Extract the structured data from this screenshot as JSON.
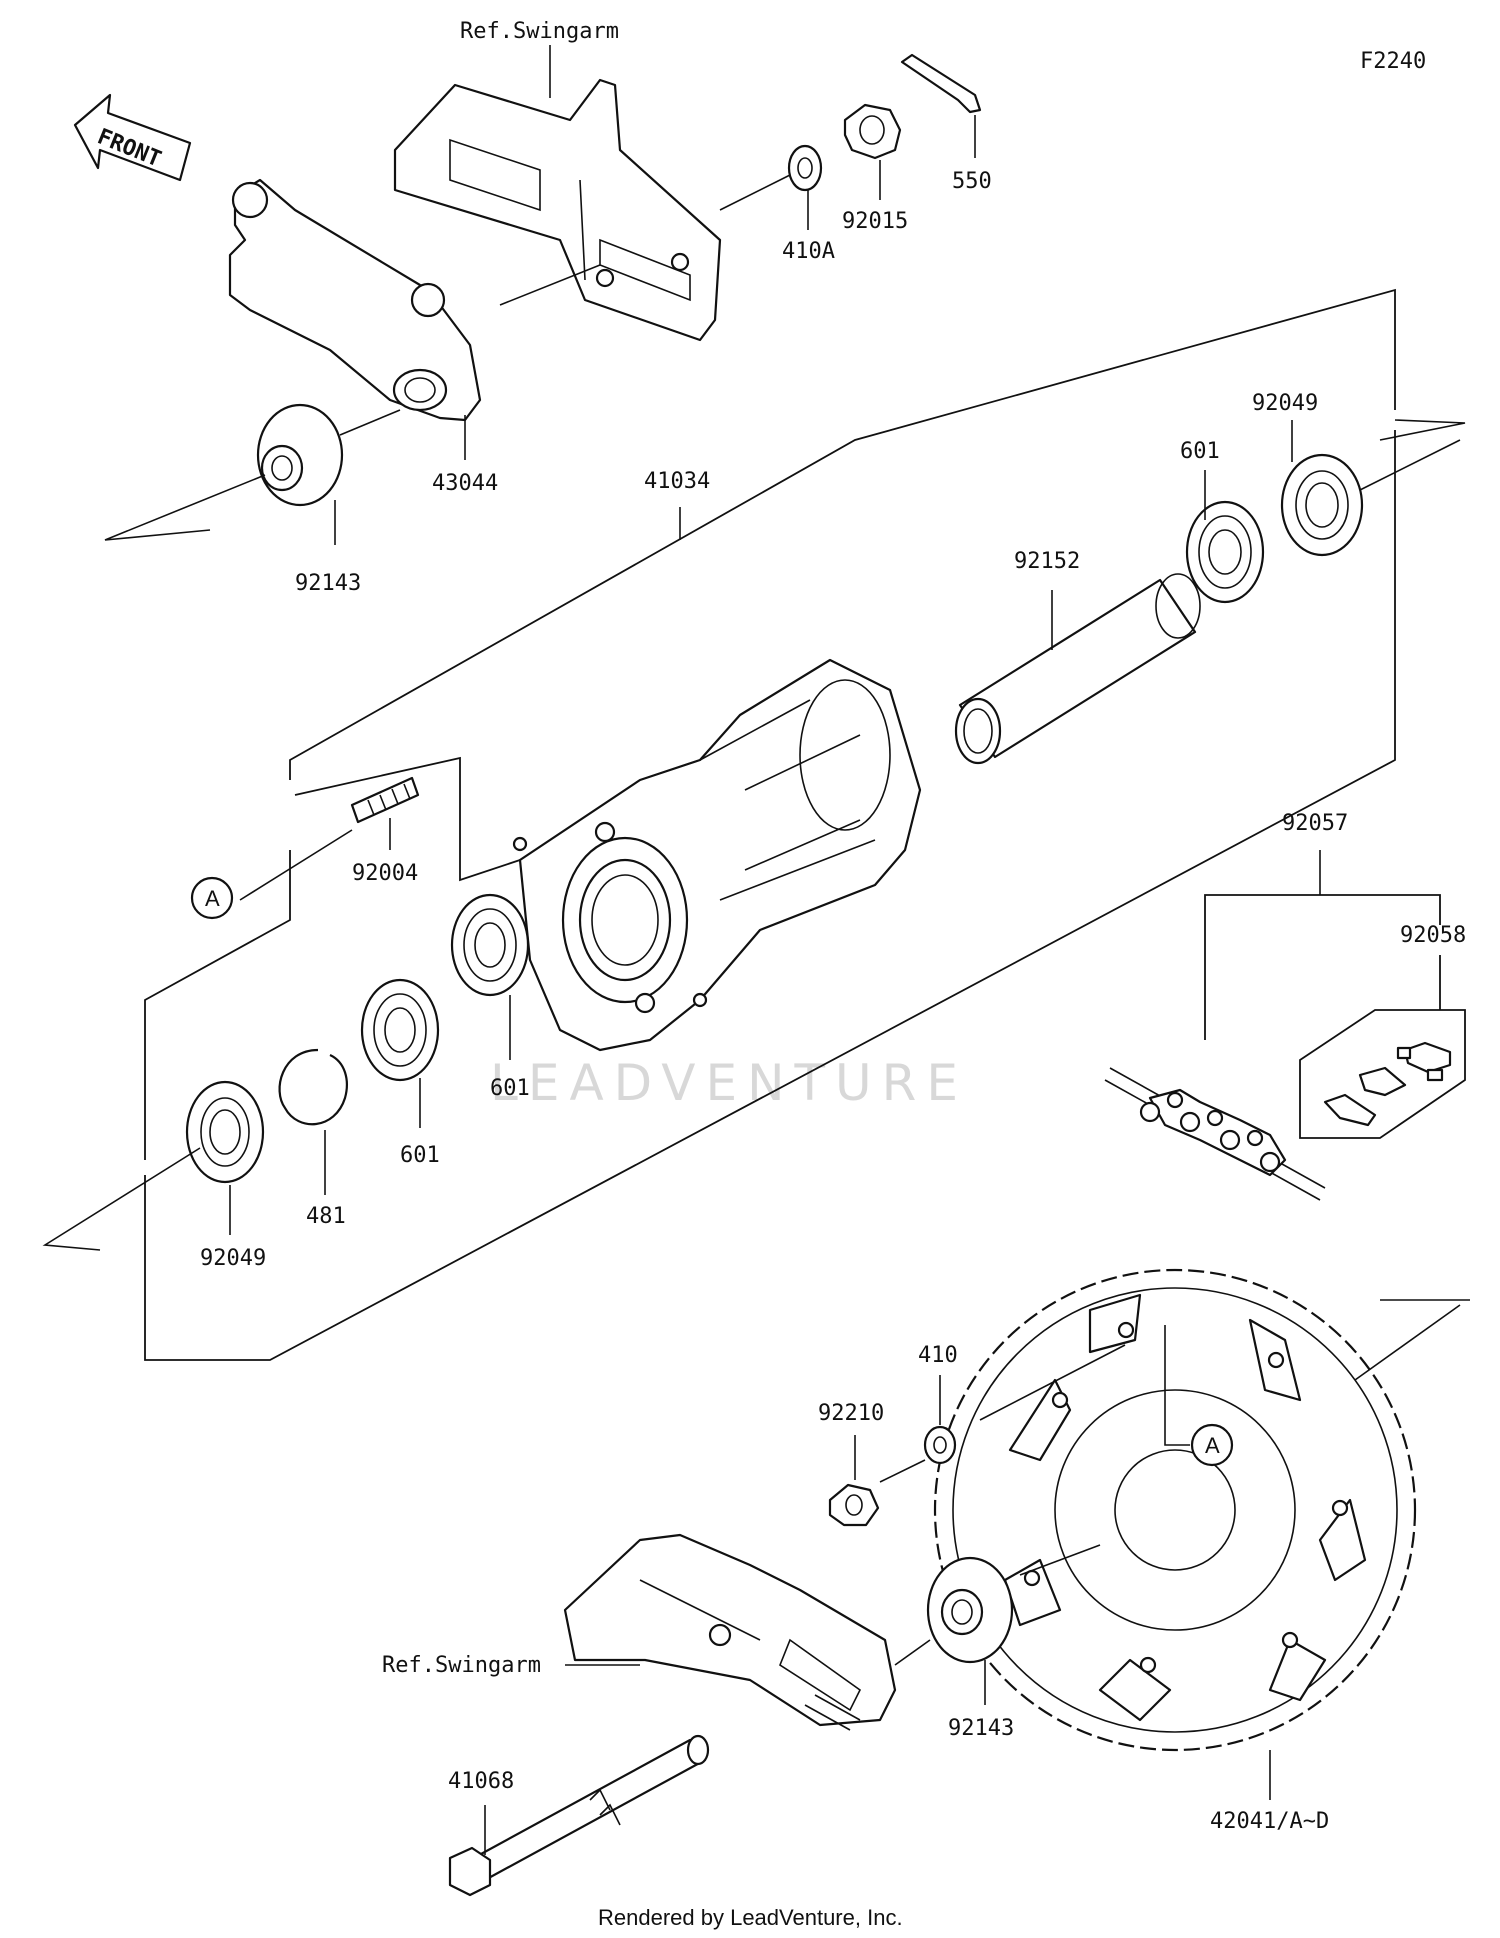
{
  "figure_code": "F2240",
  "front_arrow": "FRONT",
  "references": {
    "swingarm_top": "Ref.Swingarm",
    "swingarm_bottom": "Ref.Swingarm"
  },
  "callouts": {
    "a_top": "A",
    "a_sprocket": "A"
  },
  "part_labels": {
    "p550": "550",
    "p92015": "92015",
    "p410A": "410A",
    "p43044": "43044",
    "p92143_top": "92143",
    "p41034": "41034",
    "p92049_right": "92049",
    "p601_right": "601",
    "p92152": "92152",
    "p92004": "92004",
    "p601_mid": "601",
    "p601_left": "601",
    "p481": "481",
    "p92049_left": "92049",
    "p92057": "92057",
    "p92058": "92058",
    "p410": "410",
    "p92210": "92210",
    "p92143_bottom": "92143",
    "p42041": "42041/A~D",
    "p41068": "41068"
  },
  "watermark": "LEADVENTURE",
  "footer": "Rendered by LeadVenture, Inc."
}
